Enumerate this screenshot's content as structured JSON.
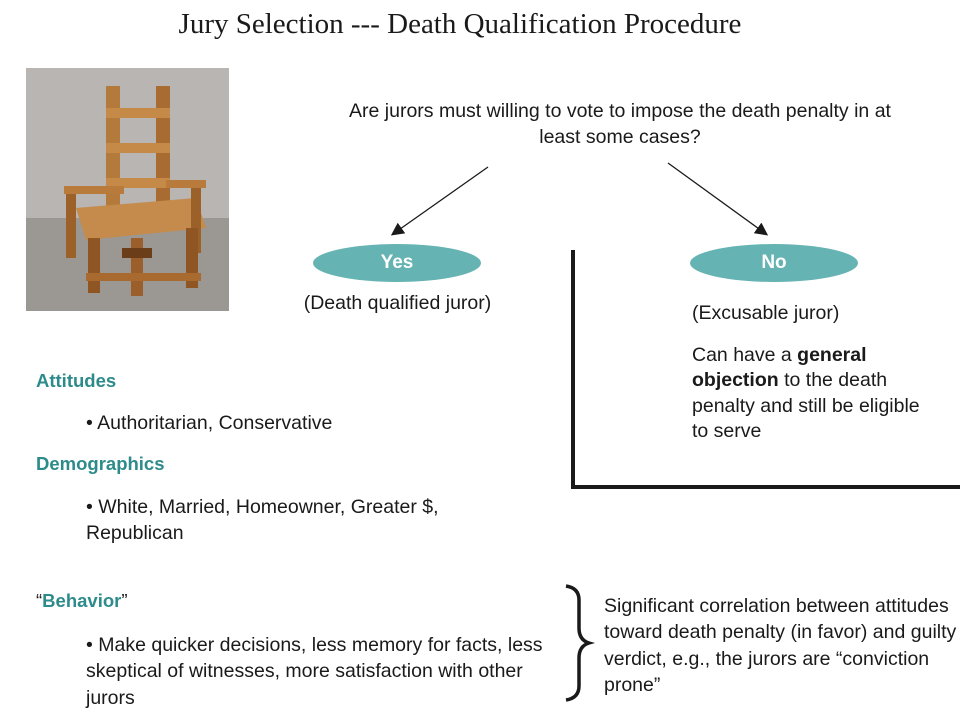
{
  "title": "Jury Selection --- Death Qualification Procedure",
  "question": "Are jurors must willing to vote to impose the death penalty in at least some cases?",
  "yes": {
    "label": "Yes",
    "subtitle": "(Death qualified juror)"
  },
  "no": {
    "label": "No",
    "subtitle": "(Excusable juror)",
    "desc_before": "Can have a ",
    "desc_bold": "general objection",
    "desc_after": " to the death penalty and still be eligible to serve"
  },
  "attitudes": {
    "heading": "Attitudes",
    "item": "• Authoritarian, Conservative"
  },
  "demographics": {
    "heading": "Demographics",
    "item": "• White, Married, Homeowner, Greater $, Republican"
  },
  "behavior": {
    "open_quote": "“",
    "heading": "Behavior",
    "close_quote": "”",
    "item": "• Make quicker decisions, less memory for facts, less skeptical of witnesses, more satisfaction with other jurors"
  },
  "correlation": "Significant correlation between attitudes toward death penalty (in favor) and guilty verdict, e.g., the jurors are “conviction prone”",
  "colors": {
    "oval_fill": "#66b3b3",
    "heading_teal": "#2e8b8b"
  },
  "icons": [
    "electric-chair-photo",
    "arrow-left",
    "arrow-right",
    "brace-icon"
  ]
}
